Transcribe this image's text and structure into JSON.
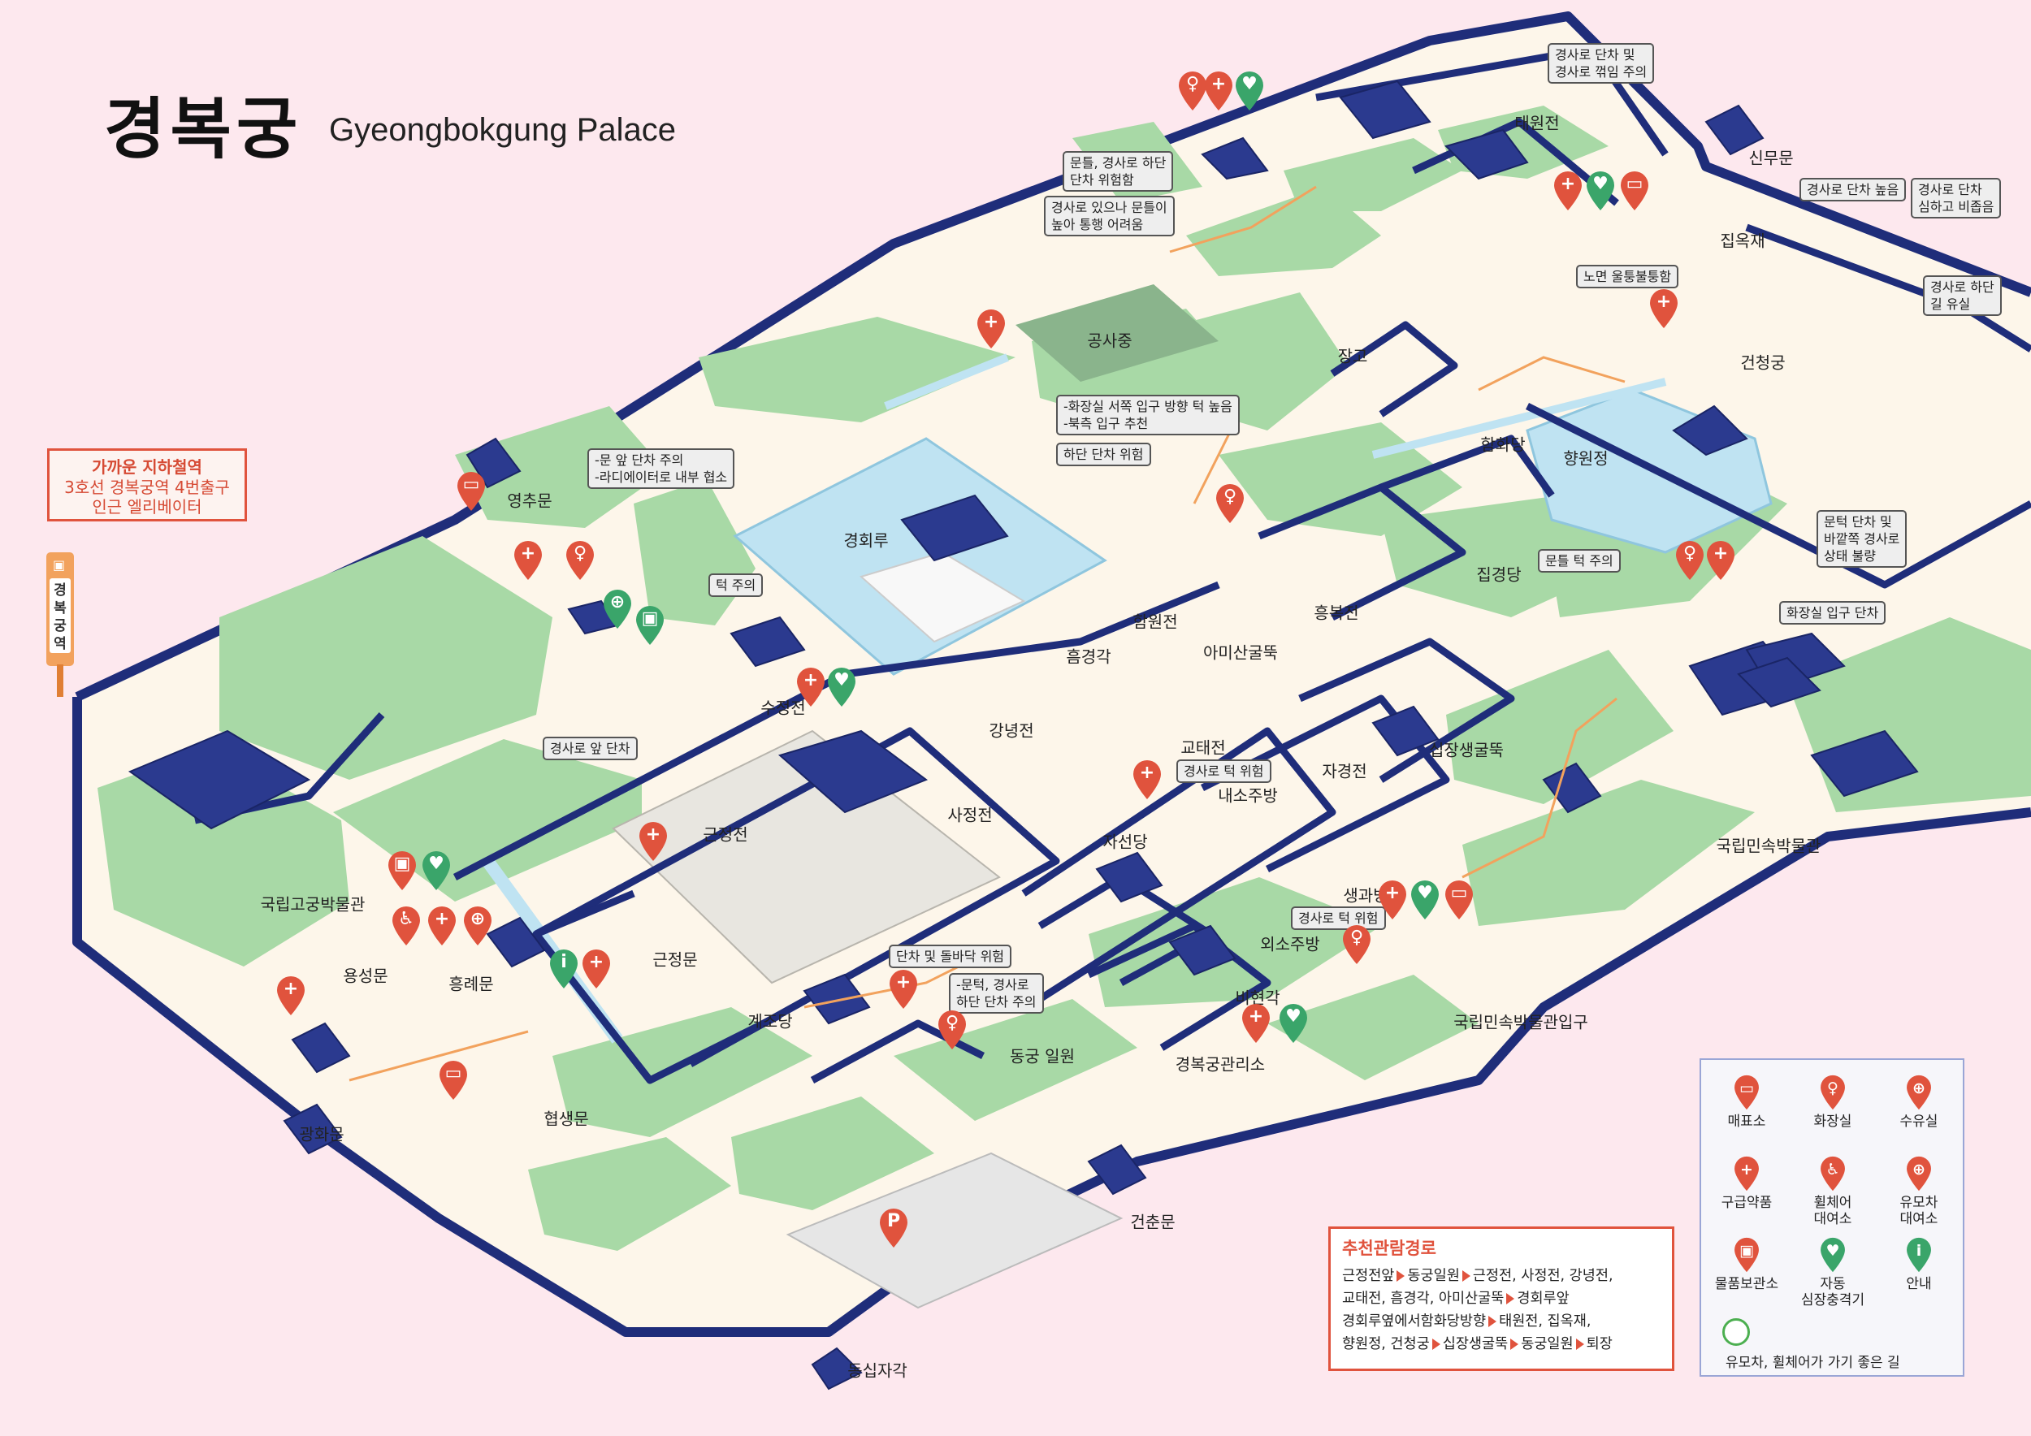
{
  "title": {
    "ko": "경복궁",
    "en": "Gyeongbokgung Palace"
  },
  "subway": {
    "title": "가까운 지하철역",
    "line1": "3호선 경복궁역 4번출구",
    "line2": "인근 엘리베이터",
    "sign_text": "경복궁역"
  },
  "places": [
    {
      "id": "taewonjeon",
      "label": "태원전"
    },
    {
      "id": "sinmumun",
      "label": "신무문"
    },
    {
      "id": "jibokjae",
      "label": "집옥재"
    },
    {
      "id": "geoncheonggung",
      "label": "건청궁"
    },
    {
      "id": "hyangwonjeong",
      "label": "향원정"
    },
    {
      "id": "hamhwadang",
      "label": "함화당"
    },
    {
      "id": "jipgyeongdang",
      "label": "집경당"
    },
    {
      "id": "heungbokjeon",
      "label": "흥복전"
    },
    {
      "id": "janggo",
      "label": "장고"
    },
    {
      "id": "gongsajung",
      "label": "공사중"
    },
    {
      "id": "yeongchumun",
      "label": "영추문"
    },
    {
      "id": "gyeonghoeru",
      "label": "경회루"
    },
    {
      "id": "sujeongjeon",
      "label": "수정전"
    },
    {
      "id": "hamwonjeon",
      "label": "함원전"
    },
    {
      "id": "heumgyeonggak",
      "label": "흠경각"
    },
    {
      "id": "amisan",
      "label": "아미산굴뚝"
    },
    {
      "id": "gangnyeongjeon",
      "label": "강녕전"
    },
    {
      "id": "gyotaejeon",
      "label": "교태전"
    },
    {
      "id": "sajeongjeon",
      "label": "사정전"
    },
    {
      "id": "naesojubang",
      "label": "내소주방"
    },
    {
      "id": "jaseondang",
      "label": "자선당"
    },
    {
      "id": "sipjangsaeng",
      "label": "십장생굴뚝"
    },
    {
      "id": "jagyeongjeon",
      "label": "자경전"
    },
    {
      "id": "saenggwabang",
      "label": "생과방"
    },
    {
      "id": "oesojubang",
      "label": "외소주방"
    },
    {
      "id": "bihyeongak",
      "label": "비현각"
    },
    {
      "id": "geunjeongjeon",
      "label": "근정전"
    },
    {
      "id": "geunjeongmun",
      "label": "근정문"
    },
    {
      "id": "gyejodang",
      "label": "계조당"
    },
    {
      "id": "donggung",
      "label": "동궁 일원"
    },
    {
      "id": "office",
      "label": "경복궁관리소"
    },
    {
      "id": "folk_entrance",
      "label": "국립민속박물관입구"
    },
    {
      "id": "folk_museum",
      "label": "국립민속박물관"
    },
    {
      "id": "palace_museum",
      "label": "국립고궁박물관"
    },
    {
      "id": "yongseongmun",
      "label": "용성문"
    },
    {
      "id": "heungnyemun",
      "label": "흥례문"
    },
    {
      "id": "gwanghwamun",
      "label": "광화문"
    },
    {
      "id": "hyeopsaengmun",
      "label": "협생문"
    },
    {
      "id": "geonchunmun",
      "label": "건춘문"
    },
    {
      "id": "dongsipjagak",
      "label": "동십자각"
    }
  ],
  "notes": [
    {
      "id": "n1",
      "lines": [
        "경사로 단차 및",
        "경사로 꺾임 주의"
      ]
    },
    {
      "id": "n2",
      "lines": [
        "문틀, 경사로 하단",
        "단차 위험함"
      ]
    },
    {
      "id": "n3",
      "lines": [
        "경사로 있으나 문틀이",
        "높아 통행 어려움"
      ]
    },
    {
      "id": "n4",
      "lines": [
        "경사로 단차 높음"
      ]
    },
    {
      "id": "n5",
      "lines": [
        "경사로 단차",
        "심하고 비좁음"
      ]
    },
    {
      "id": "n6",
      "lines": [
        "노면 울퉁불퉁함"
      ]
    },
    {
      "id": "n7",
      "lines": [
        "경사로 하단",
        "길 유실"
      ]
    },
    {
      "id": "n8",
      "lines": [
        "-화장실 서쪽 입구 방향 턱 높음",
        "-북측 입구 추천"
      ]
    },
    {
      "id": "n9",
      "lines": [
        "하단 단차 위험"
      ]
    },
    {
      "id": "n10",
      "lines": [
        "-문 앞 단차 주의",
        "-라디에이터로 내부 협소"
      ]
    },
    {
      "id": "n11",
      "lines": [
        "턱 주의"
      ]
    },
    {
      "id": "n12",
      "lines": [
        "문턱 단차 및",
        "바깥쪽 경사로",
        "상태 불량"
      ]
    },
    {
      "id": "n13",
      "lines": [
        "문틀 턱 주의"
      ]
    },
    {
      "id": "n14",
      "lines": [
        "화장실 입구 단차"
      ]
    },
    {
      "id": "n15",
      "lines": [
        "경사로 앞 단차"
      ]
    },
    {
      "id": "n16",
      "lines": [
        "경사로 턱 위험"
      ]
    },
    {
      "id": "n17",
      "lines": [
        "경사로 턱 위험"
      ]
    },
    {
      "id": "n18",
      "lines": [
        "단차 및 돌바닥 위험"
      ]
    },
    {
      "id": "n19",
      "lines": [
        "-문턱, 경사로",
        "하단 단차 주의"
      ]
    }
  ],
  "route": {
    "title": "추천관람경로",
    "line1": [
      "근정전앞",
      "동궁일원",
      "근정전, 사정전, 강녕전,"
    ],
    "line2": [
      "교태전, 흠경각, 아미산굴뚝",
      "경회루앞"
    ],
    "line3": [
      "경회루옆에서함화당방향",
      "태원전, 집옥재,"
    ],
    "line4": [
      "향원정, 건청궁",
      "십장생굴뚝",
      "동궁일원",
      "퇴장"
    ]
  },
  "legend": {
    "items": [
      {
        "id": "shop",
        "label": "매표소",
        "icon": "ticket-icon"
      },
      {
        "id": "toilet",
        "label": "화장실",
        "icon": "restroom-icon"
      },
      {
        "id": "nursing",
        "label": "수유실",
        "icon": "nursing-room-icon"
      },
      {
        "id": "firstaid",
        "label": "구급약품",
        "icon": "first-aid-icon"
      },
      {
        "id": "wheelchair",
        "label": "휠체어\n대여소",
        "icon": "wheelchair-icon"
      },
      {
        "id": "stroller",
        "label": "유모차\n대여소",
        "icon": "stroller-icon"
      },
      {
        "id": "locker",
        "label": "물품보관소",
        "icon": "locker-icon"
      },
      {
        "id": "aed",
        "label": "자동\n심장충격기",
        "icon": "aed-icon"
      },
      {
        "id": "info",
        "label": "안내",
        "icon": "info-icon"
      }
    ],
    "route_label": "유모차, 휠체어가 가기 좋은 길"
  },
  "parking_icon": "P",
  "colors": {
    "background": "#fde8ee",
    "ground": "#fdf6ea",
    "grass": "#a8d9a6",
    "water": "#bfe3f2",
    "wall": "#1f2d7a",
    "pin_red": "#e0533d",
    "pin_green": "#3aa56a",
    "path_orange": "#f2a25d"
  }
}
